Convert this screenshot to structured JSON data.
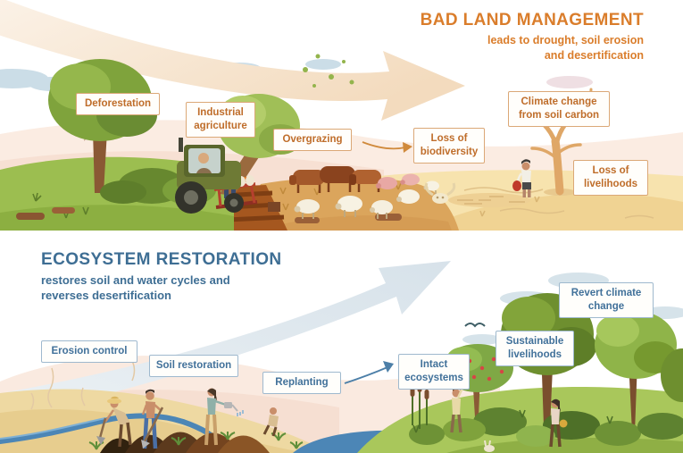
{
  "top_section": {
    "title": "BAD LAND MANAGEMENT",
    "subtitle_lines": [
      "leads to drought, soil erosion",
      "and desertification"
    ],
    "accent_color": "#DA7D2B",
    "label_text_color": "#BF6D2A",
    "label_border_color": "#DBA877",
    "labels": {
      "deforestation": "Deforestation",
      "industrial_agriculture": "Industrial agriculture",
      "overgrazing": "Overgrazing",
      "loss_of_biodiversity": "Loss of biodiversity",
      "climate_change_from_soil_carbon": "Climate change from soil carbon",
      "loss_of_livelihoods": "Loss of livelihoods"
    }
  },
  "bottom_section": {
    "title": "ECOSYSTEM RESTORATION",
    "subtitle_lines": [
      "restores soil and water cycles and",
      "reverses desertification"
    ],
    "accent_color": "#3E6E94",
    "label_text_color": "#41719A",
    "label_border_color": "#9FB9CE",
    "labels": {
      "erosion_control": "Erosion control",
      "soil_restoration": "Soil restoration",
      "replanting": "Replanting",
      "intact_ecosystems": "Intact ecosystems",
      "sustainable_livelihoods": "Sustainable livelihoods",
      "revert_climate_change": "Revert climate change"
    }
  }
}
